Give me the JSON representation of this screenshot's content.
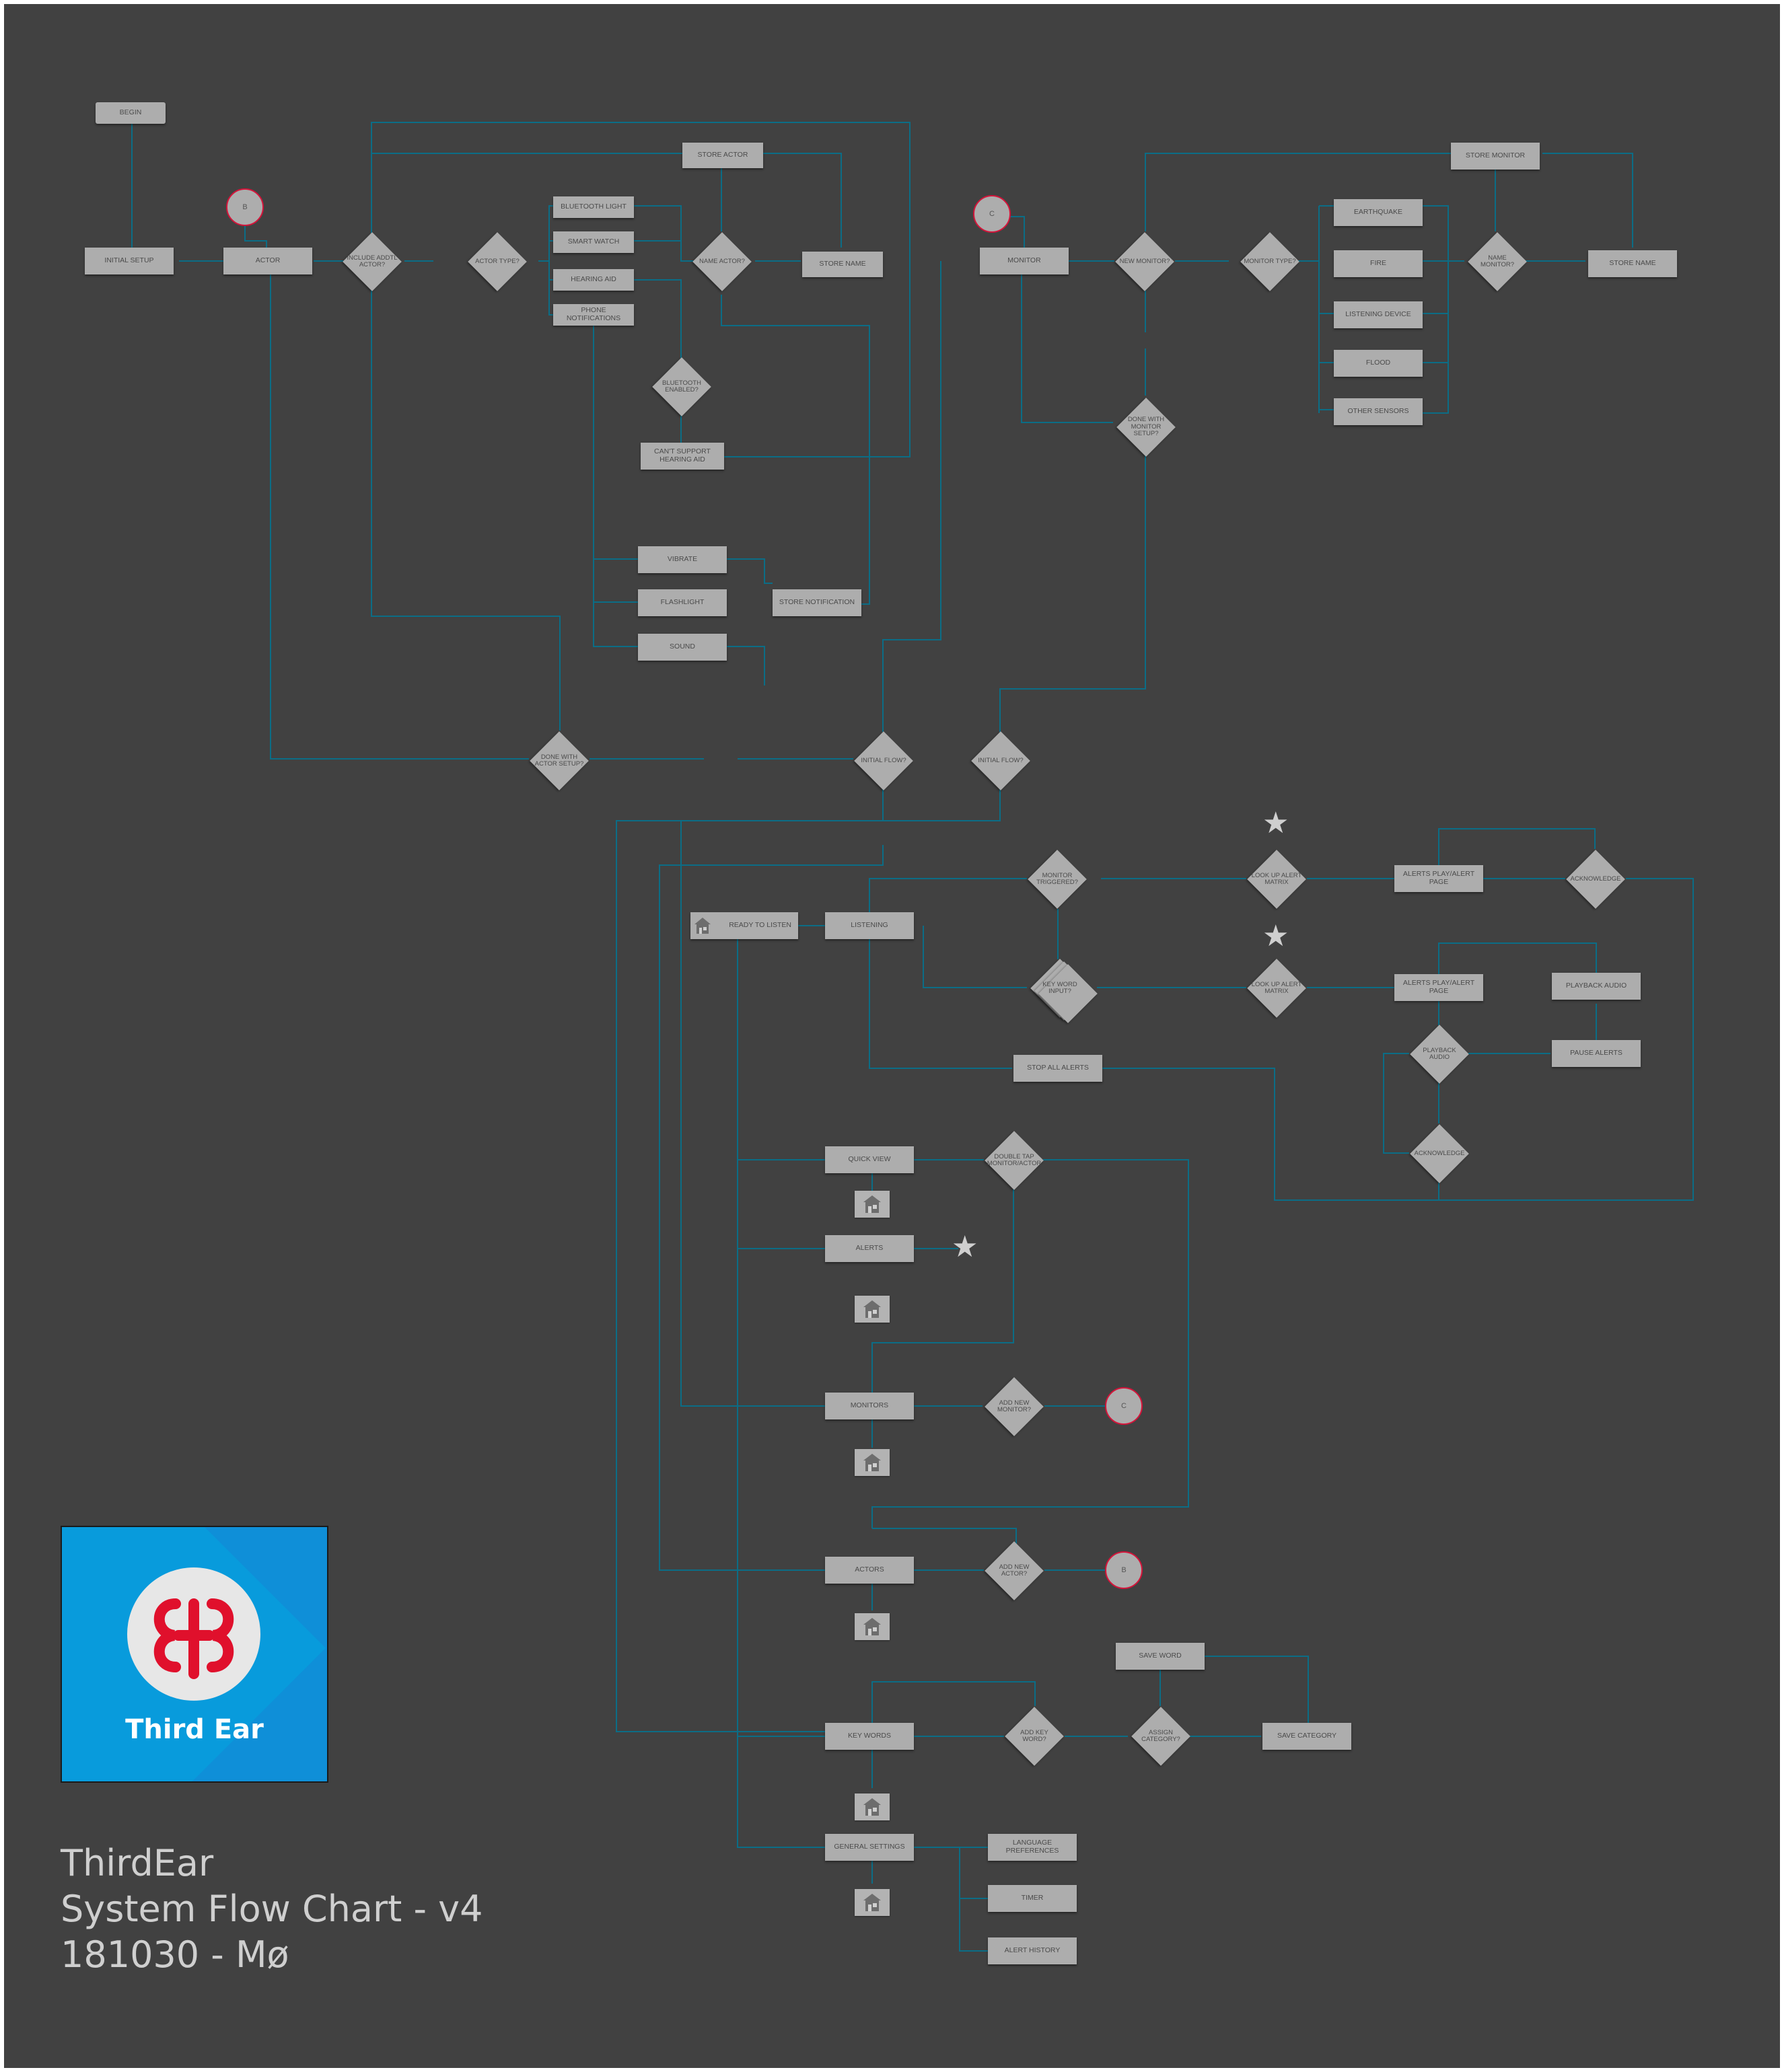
{
  "colors": {
    "background": "#414141",
    "node": "#adadad",
    "connector": "#0b6d86",
    "ref_border": "#d4143a",
    "logo_blue": "#089bdc",
    "logo_red": "#e0102c"
  },
  "nodes": {
    "begin": "BEGIN",
    "initial_setup": "INITIAL SETUP",
    "actor": "ACTOR",
    "include_addl_actor": "INCLUDE ADDTL ACTOR?",
    "actor_type": "ACTOR TYPE?",
    "bluetooth_light": "BLUETOOTH LIGHT",
    "smart_watch": "SMART WATCH",
    "hearing_aid": "HEARING AID",
    "phone_notifications": "PHONE NOTIFICATIONS",
    "store_actor": "STORE ACTOR",
    "name_actor": "NAME ACTOR?",
    "store_name_actor": "STORE NAME",
    "bluetooth_enabled": "BLUETOOTH ENABLED?",
    "cant_support": "CAN'T SUPPORT HEARING AID",
    "vibrate": "VIBRATE",
    "flashlight": "FLASHLIGHT",
    "sound": "SOUND",
    "store_notification": "STORE NOTIFICATION",
    "monitor": "MONITOR",
    "new_monitor": "NEW MONITOR?",
    "monitor_type": "MONITOR TYPE?",
    "earthquake": "EARTHQUAKE",
    "fire": "FIRE",
    "listening_device": "LISTENING DEVICE",
    "flood": "FLOOD",
    "other_sensors": "OTHER SENSORS",
    "store_monitor": "STORE MONITOR",
    "name_monitor": "NAME MONITOR?",
    "store_name_monitor": "STORE NAME",
    "done_monitor_setup": "DONE WITH MONITOR SETUP?",
    "done_actor_setup": "DONE WITH ACTOR SETUP?",
    "initial_flow_1": "INITIAL FLOW?",
    "initial_flow_2": "INITIAL FLOW?",
    "ready_to_listen": "READY TO LISTEN",
    "listening": "LISTENING",
    "monitor_triggered": "MONITOR TRIGGERED?",
    "look_up_alert_1": "LOOK UP ALERT MATRIX",
    "alerts_play_1": "ALERTS PLAY/ALERT PAGE",
    "acknowledge_1": "ACKNOWLEDGE",
    "key_word_input": "KEY WORD INPUT?",
    "look_up_alert_2": "LOOK UP ALERT MATRIX",
    "alerts_play_2": "ALERTS PLAY/ALERT PAGE",
    "playback_audio_box": "PLAYBACK AUDIO",
    "playback_audio_q": "PLAYBACK AUDIO",
    "pause_alerts": "PAUSE ALERTS",
    "acknowledge_2": "ACKNOWLEDGE",
    "stop_all_alerts": "STOP ALL ALERTS",
    "quick_view": "QUICK VIEW",
    "double_tap": "DOUBLE TAP MONITOR/ACTOR",
    "alerts": "ALERTS",
    "monitors": "MONITORS",
    "add_new_monitor": "ADD NEW MONITOR?",
    "actors": "ACTORS",
    "add_new_actor": "ADD NEW ACTOR?",
    "save_word": "SAVE WORD",
    "key_words": "KEY WORDS",
    "add_key_word": "ADD KEY WORD?",
    "assign_category": "ASSIGN CATEGORY?",
    "save_category": "SAVE CATEGORY",
    "general_settings": "GENERAL SETTINGS",
    "language_preferences": "LANGUAGE PREFERENCES",
    "timer": "TIMER",
    "alert_history": "ALERT HISTORY"
  },
  "refs": {
    "b_top": "B",
    "c_top": "C",
    "c_bottom": "C",
    "b_bottom": "B"
  },
  "icons": {
    "home": "home-icon",
    "star": "star-icon"
  },
  "logo": {
    "text": "Third Ear"
  },
  "title": {
    "line1": "ThirdEar",
    "line2": "System Flow Chart - v4",
    "line3": "181030 - Mø"
  }
}
